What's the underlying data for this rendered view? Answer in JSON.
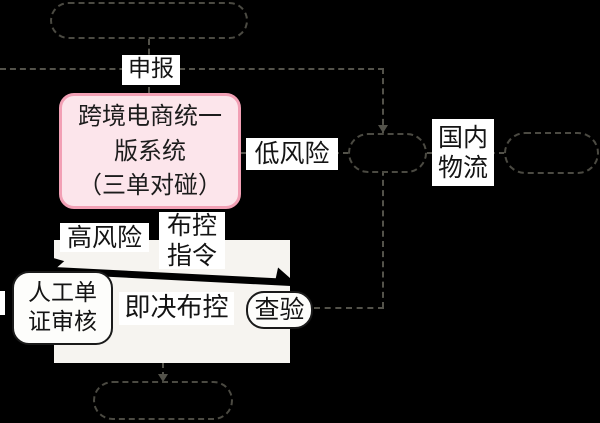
{
  "diagram": {
    "title": "cross-border e-commerce customs clearance flowchart",
    "background_color": "#000000",
    "connector_color": "#53524A",
    "colors": {
      "system_box_fill": "#FCE5EB",
      "system_box_border": "#F2A0B5",
      "label_chip_bg": "#FFFFFF",
      "panel_bg": "#F6F4F0",
      "text": "#141414",
      "node_fill": "#000000",
      "node_dashed_border": "#4B4A42"
    },
    "labels": {
      "declare": "申报",
      "system": {
        "line1": "跨境电商统一",
        "line2": "版系统",
        "line3": "（三单对碰）"
      },
      "low_risk": "低风险",
      "domestic_logistics": {
        "line1": "国内",
        "line2": "物流"
      },
      "high_risk": "高风险",
      "control_instruction": {
        "line1": "布控",
        "line2": "指令"
      },
      "manual_doc_review": {
        "line1": "人工单",
        "line2": "证审核"
      },
      "instant_control": "即决布控",
      "inspection": "查验"
    }
  }
}
